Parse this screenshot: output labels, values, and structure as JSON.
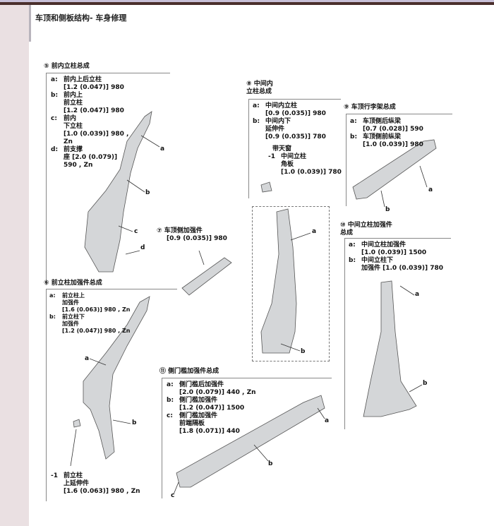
{
  "header": {
    "title": "车顶和侧板结构- 车身修理"
  },
  "sections": [
    {
      "id": "s5",
      "title": "⑤ 前内立柱总成",
      "items": [
        {
          "key": "a:",
          "text": "前内上后立柱\n[1.2 (0.047)] 980"
        },
        {
          "key": "b:",
          "text": "前内上\n前立柱\n[1.2 (0.047)] 980"
        },
        {
          "key": "c:",
          "text": "前内\n下立柱\n[1.0 (0.039)] 980 ,\nZn"
        },
        {
          "key": "d:",
          "text": "前支撑\n座 [2.0 (0.079)]\n590 , Zn"
        }
      ]
    },
    {
      "id": "s6",
      "title": "⑥ 前立柱加强件总成",
      "items": [
        {
          "key": "a:",
          "text": "前立柱上\n加强件\n[1.6 (0.063)] 980 , Zn"
        },
        {
          "key": "b:",
          "text": "前立柱下\n加强件\n[1.2 (0.047)] 980 , Zn"
        }
      ],
      "sub": {
        "key": "-1",
        "text": "前立柱\n上延伸件\n[1.6 (0.063)] 980 , Zn"
      }
    },
    {
      "id": "s7",
      "title": "⑦ 车顶侧加强件",
      "spec": "[0.9 (0.035)] 980"
    },
    {
      "id": "s8",
      "title": "⑧ 中间内\n立柱总成",
      "items": [
        {
          "key": "a:",
          "text": "中间内立柱\n[0.9 (0.035)] 980"
        },
        {
          "key": "b:",
          "text": "中间内下\n延伸件\n[0.9 (0.035)] 780"
        }
      ],
      "note": "带天窗",
      "sub": {
        "key": "-1",
        "text": "中间立柱\n角板\n[1.0 (0.039)] 780"
      }
    },
    {
      "id": "s9",
      "title": "⑨ 车顶行李架总成",
      "items": [
        {
          "key": "a:",
          "text": "车顶侧后纵梁\n[0.7 (0.028)] 590"
        },
        {
          "key": "b:",
          "text": "车顶侧前纵梁\n[1.0 (0.039)] 980"
        }
      ]
    },
    {
      "id": "s10",
      "title": "⑩ 中间立柱加强件\n总成",
      "items": [
        {
          "key": "a:",
          "text": "中间立柱加强件\n[1.0 (0.039)] 1500"
        },
        {
          "key": "b:",
          "text": "中间立柱下\n加强件 [1.0 (0.039)] 780"
        }
      ]
    },
    {
      "id": "s11",
      "title": "⑪ 侧门槛加强件总成",
      "items": [
        {
          "key": "a:",
          "text": "侧门槛后加强件\n[2.0 (0.079)] 440 , Zn"
        },
        {
          "key": "b:",
          "text": "侧门槛加强件\n[1.2 (0.047)] 1500"
        },
        {
          "key": "c:",
          "text": "侧门槛加强件\n前端隔板\n[1.8 (0.071)] 440"
        }
      ]
    }
  ],
  "callouts": {
    "a": "a",
    "b": "b",
    "c": "c",
    "d": "d"
  }
}
